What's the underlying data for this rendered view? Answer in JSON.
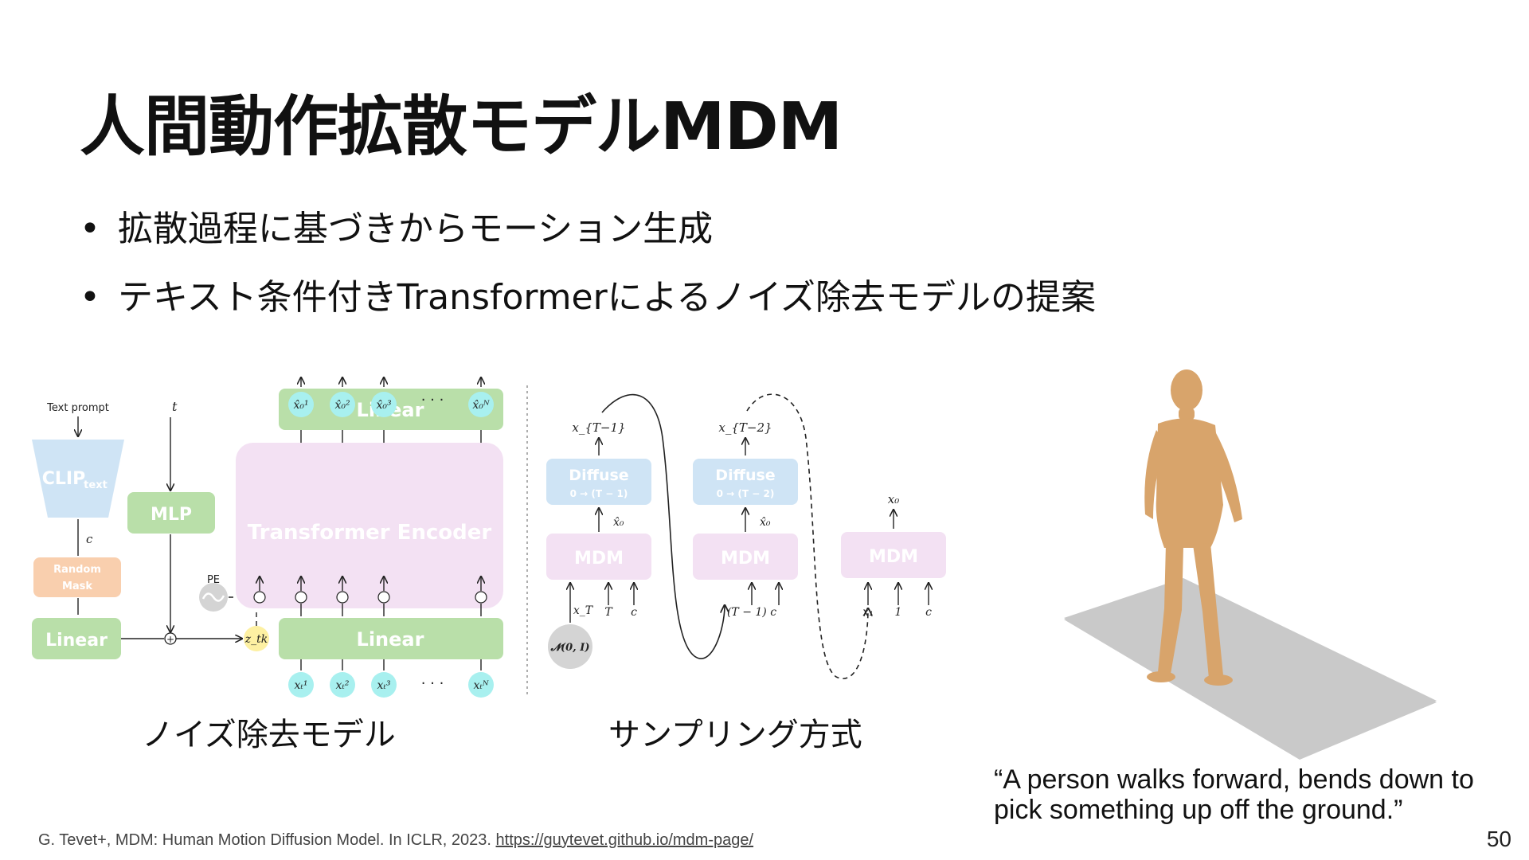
{
  "slide": {
    "title": "人間動作拡散モデルMDM",
    "bullets": [
      "拡散過程に基づきからモーション生成",
      "テキスト条件付きTransformerによるノイズ除去モデルの提案"
    ],
    "page_number": "50"
  },
  "denoiser_diagram": {
    "caption": "ノイズ除去モデル",
    "text_prompt": "Text prompt",
    "clip": "CLIP",
    "clip_sub": "text",
    "t_label": "t",
    "c_label": "c",
    "mlp": "MLP",
    "random_mask_1": "Random",
    "random_mask_2": "Mask",
    "linear_left": "Linear",
    "pe": "PE",
    "z_tk": "z_tk",
    "plus": "+",
    "linear_top": "Linear",
    "transformer": "Transformer Encoder",
    "linear_bottom": "Linear",
    "ellipsis": "· · ·",
    "outputs": [
      "x̂₀¹",
      "x̂₀²",
      "x̂₀³",
      "x̂₀ᴺ"
    ],
    "inputs": [
      "xₜ¹",
      "xₜ²",
      "xₜ³",
      "xₜᴺ"
    ]
  },
  "sampling_diagram": {
    "caption": "サンプリング方式",
    "diffuse": "Diffuse",
    "diffuse_range_1": "0 → (T − 1)",
    "diffuse_range_2": "0 → (T − 2)",
    "mdm": "MDM",
    "x_T_minus_1": "x_{T−1}",
    "x_T_minus_2": "x_{T−2}",
    "x0_hat": "x̂₀",
    "x0": "x₀",
    "x_T": "x_T",
    "T": "T",
    "c": "c",
    "T_minus_1_c": "(T − 1) c",
    "x_1": "x₁",
    "one": "1",
    "noise": "𝓝(0, I)"
  },
  "figure": {
    "quote": "“A person walks forward, bends down to pick something up off the ground.”"
  },
  "footer": {
    "citation": "G. Tevet+, MDM: Human Motion Diffusion Model. In ICLR, 2023.",
    "link": "https://guytevet.github.io/mdm-page/"
  },
  "colors": {
    "green": "#b9dfa9",
    "pink": "#f3e1f3",
    "blue": "#cfe4f5",
    "orange": "#f9cfae",
    "cyan": "#a8f0ef",
    "yellow": "#fdf0a2",
    "gray": "#d4d4d4"
  }
}
